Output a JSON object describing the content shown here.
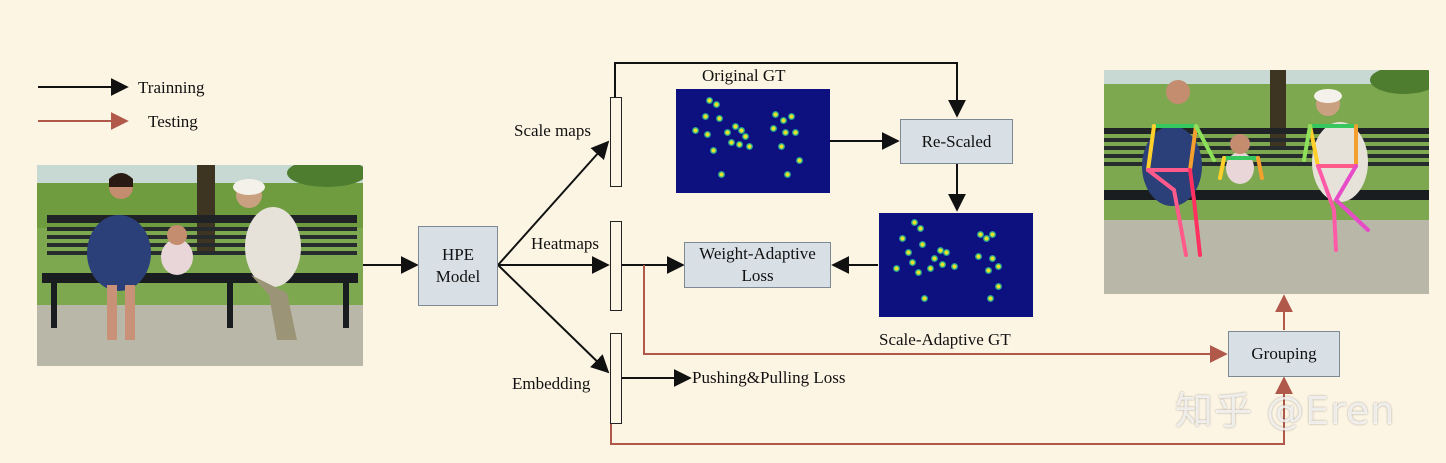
{
  "legend": {
    "training_label": "Trainning",
    "testing_label": "Testing",
    "training_color": "#111111",
    "testing_color": "#b0584a"
  },
  "outputs": {
    "scale_maps": "Scale maps",
    "heatmaps": "Heatmaps",
    "embedding": "Embedding"
  },
  "boxes": {
    "hpe_line1": "HPE",
    "hpe_line2": "Model",
    "rescaled": "Re-Scaled",
    "weight_adaptive_line1": "Weight-Adaptive",
    "weight_adaptive_line2": "Loss",
    "grouping": "Grouping"
  },
  "labels": {
    "original_gt": "Original GT",
    "scale_adaptive_gt": "Scale-Adaptive GT",
    "push_pull_loss": "Pushing&Pulling Loss"
  },
  "watermark": "知乎 @Eren",
  "colors": {
    "background": "#fdf5e4",
    "box_fill": "#d8e0e6",
    "heatmap_bg": "#0d1180"
  }
}
